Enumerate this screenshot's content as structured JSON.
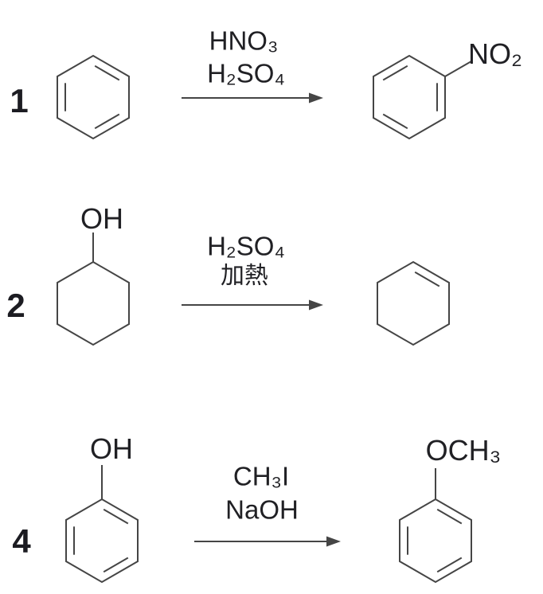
{
  "colors": {
    "background": "#ffffff",
    "structure_line": "#454545",
    "text": "#202024"
  },
  "reactions": [
    {
      "number": "1",
      "reactant_structure": "benzene-ring",
      "reagent_line1": "HNO₃",
      "reagent_line2": "H₂SO₄",
      "product_structure": "benzene-ring-with-substituent",
      "product_substituent": "NO₂"
    },
    {
      "number": "2",
      "reactant_structure": "cyclohexane-ring-with-substituent",
      "reactant_substituent": "OH",
      "reagent_line1": "H₂SO₄",
      "reagent_line2": "加熱",
      "product_structure": "cyclohexene-ring"
    },
    {
      "number": "4",
      "reactant_structure": "benzene-ring-with-substituent",
      "reactant_substituent": "OH",
      "reagent_line1": "CH₃I",
      "reagent_line2": "NaOH",
      "product_structure": "benzene-ring-with-substituent",
      "product_substituent": "OCH₃"
    }
  ]
}
